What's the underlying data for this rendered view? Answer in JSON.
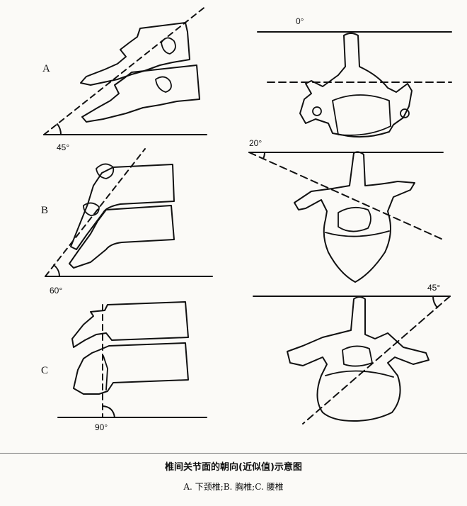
{
  "labels": {
    "a": "A",
    "b": "B",
    "c": "C"
  },
  "angles": {
    "a_lateral": "45°",
    "b_lateral": "60°",
    "c_lateral": "90°",
    "a_axial": "0°",
    "b_axial": "20°",
    "c_axial": "45°"
  },
  "caption": {
    "title": "椎间关节面的朝向(近似值)示意图",
    "subtitle": "A. 下颈椎;B. 胸椎;C. 腰椎"
  }
}
